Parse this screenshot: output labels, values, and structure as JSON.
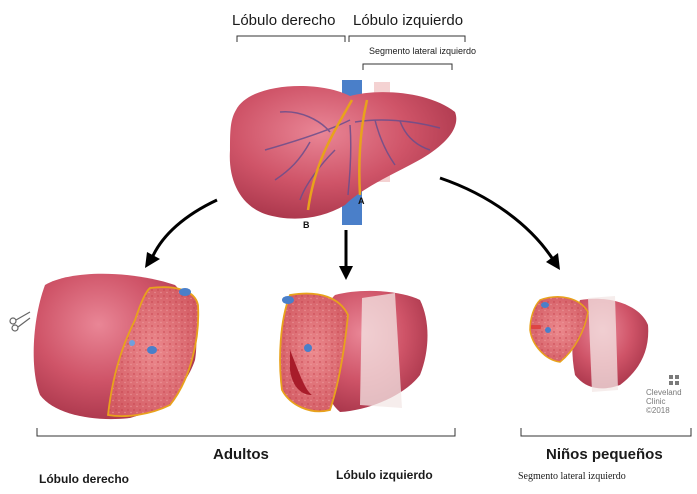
{
  "labels": {
    "top_right_lobe": "Lóbulo derecho",
    "top_left_lobe": "Lóbulo izquierdo",
    "top_lateral_segment": "Segmento lateral izquierdo",
    "cut_b": "B",
    "cut_a": "A",
    "adults": "Adultos",
    "young_children": "Niños pequeños",
    "bottom_right_lobe": "Lóbulo derecho",
    "bottom_left_lobe": "Lóbulo izquierdo",
    "bottom_lateral_segment": "Segmento lateral izquierdo"
  },
  "logo": {
    "line1": "Cleveland",
    "line2": "Clinic",
    "line3": "©2018"
  },
  "icons": [
    "scissors-icon",
    "cleveland-clinic-logo-icon"
  ],
  "colors": {
    "liver": "#c8485c",
    "liver_dark": "#a83448",
    "cut_surface": "#e3737c",
    "cut_line": "#e8a21c",
    "vessel_blue": "#4a7fc9",
    "vein_purple": "#6a4e8c",
    "arrow": "#000000"
  }
}
